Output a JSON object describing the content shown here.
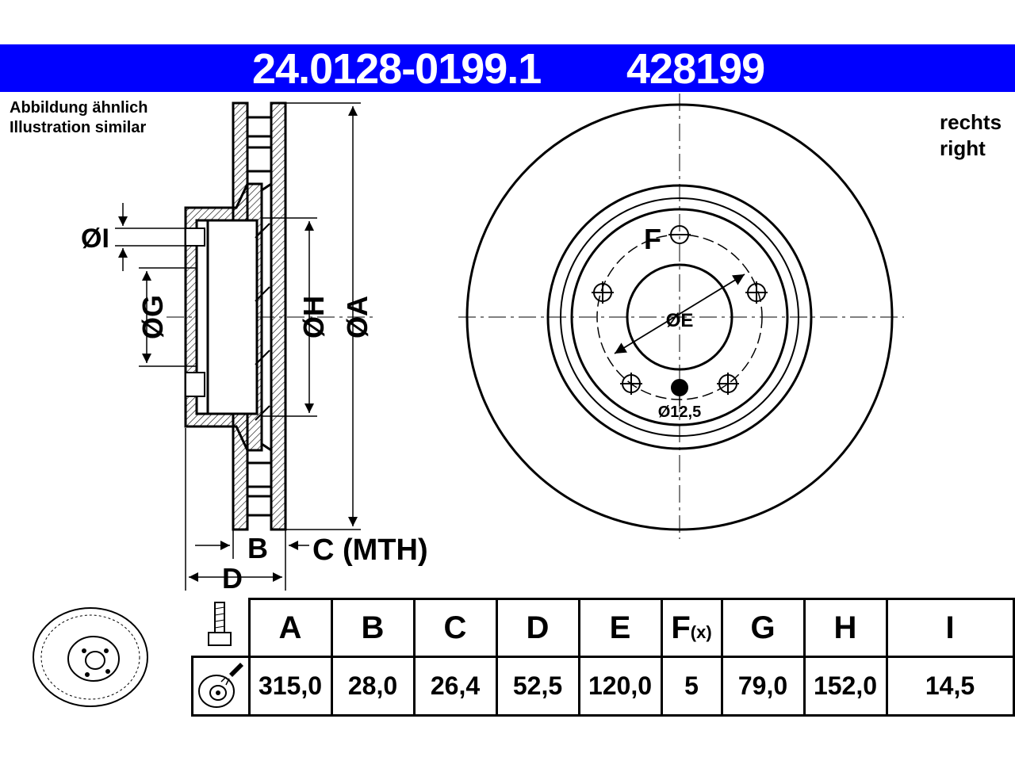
{
  "header": {
    "part_number": "24.0128-0199.1",
    "ref_number": "428199",
    "bg_color": "#0000ff",
    "text_color": "#ffffff"
  },
  "notes": {
    "illustration_de": "Abbildung ähnlich",
    "illustration_en": "Illustration similar",
    "side_de": "rechts",
    "side_en": "right"
  },
  "drawing_labels": {
    "dim_I": "ØI",
    "dim_G": "ØG",
    "dim_H": "ØH",
    "dim_A": "ØA",
    "dim_B": "B",
    "dim_C": "C (MTH)",
    "dim_D": "D",
    "dim_F": "F",
    "dim_E": "ØE",
    "hole_diameter": "Ø12,5"
  },
  "table": {
    "columns": [
      {
        "key": "A",
        "label": "A",
        "value": "315,0"
      },
      {
        "key": "B",
        "label": "B",
        "value": "28,0"
      },
      {
        "key": "C",
        "label": "C",
        "value": "26,4"
      },
      {
        "key": "D",
        "label": "D",
        "value": "52,5"
      },
      {
        "key": "E",
        "label": "E",
        "value": "120,0"
      },
      {
        "key": "F",
        "label": "F",
        "suffix": "(x)",
        "value": "5"
      },
      {
        "key": "G",
        "label": "G",
        "value": "79,0"
      },
      {
        "key": "H",
        "label": "H",
        "value": "152,0"
      },
      {
        "key": "I",
        "label": "I",
        "value": "14,5"
      }
    ]
  },
  "icons": [
    "disc-thumbnail-icon",
    "bolt-icon",
    "spray-disc-icon"
  ]
}
